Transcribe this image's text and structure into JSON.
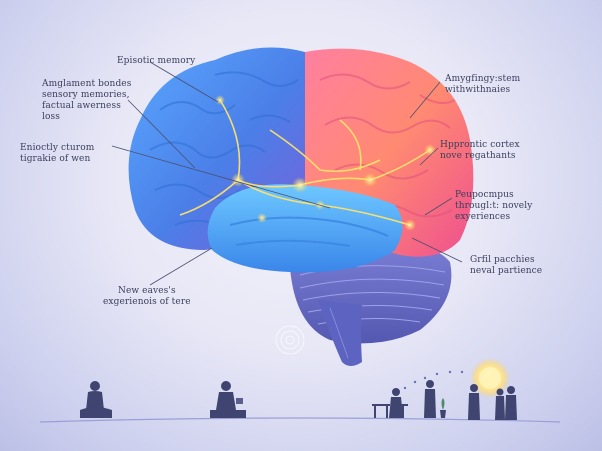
{
  "labels": {
    "episodic_memory": "Episotic memory",
    "amygdala_bonds": "Amglament bondes\nsensory memories,\nfactual awerness\nloss",
    "emotional_recall": "Enioctly cturom\ntigrakie of wen",
    "new_waves": "New eaves's\nexgerienois of tere",
    "amygdala_system": "Amygfingy:stem\nwithwithnaies",
    "hippocampal_cortex": "Hpprontic cortex\nnove regathants",
    "hippocampus": "Peupocmpus\nthrougl:t: novely\nexyeriences",
    "grid_patches": "Grfil pacchies\nneval partience"
  },
  "colors": {
    "left_hemisphere": "#3f8ff0",
    "right_hemisphere": "#ff6f9a",
    "cerebellum": "#6d6fc4",
    "glow": "#ffd84a",
    "text": "#3a3f5c"
  }
}
